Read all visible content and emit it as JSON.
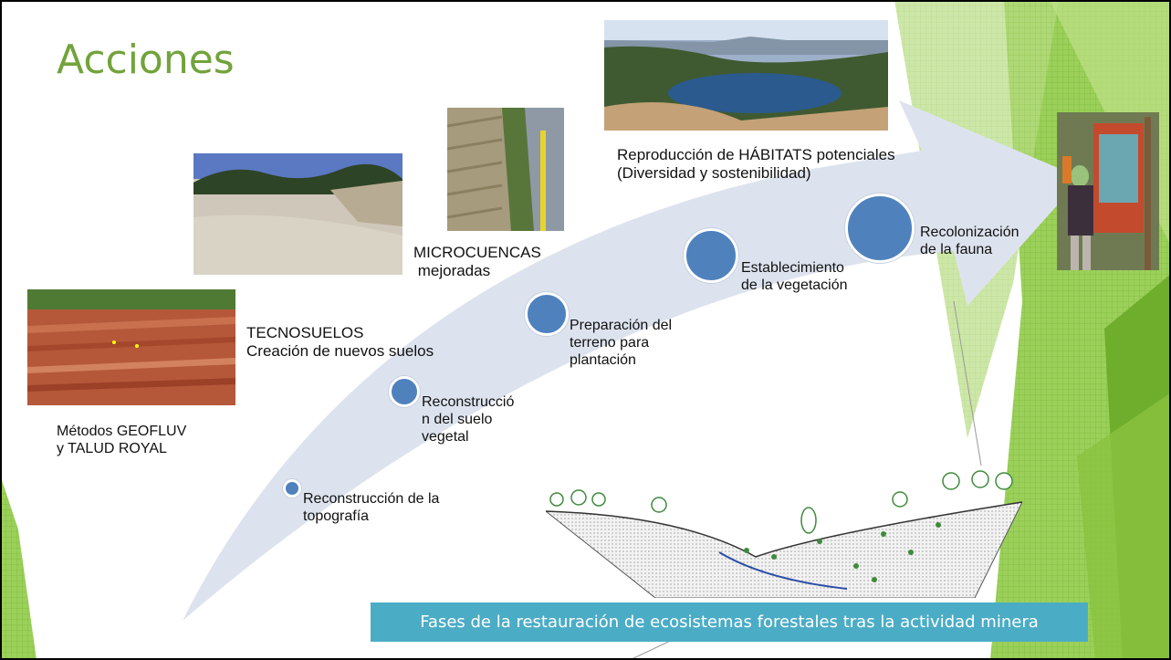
{
  "slide": {
    "title": "Acciones",
    "caption": "Fases de la restauración de ecosistemas forestales tras la actividad minera"
  },
  "labels": {
    "geofluv": "Métodos GEOFLUV\ny TALUD ROYAL",
    "tecnosuelos": "TECNOSUELOS\nCreación de nuevos suelos",
    "microcuencas": "MICROCUENCAS\n mejoradas",
    "habitats": "Reproducción de HÁBITATS potenciales\n(Diversidad y sostenibilidad)"
  },
  "phases": [
    {
      "label": "Reconstrucción de la\ntopografía"
    },
    {
      "label": "Reconstrucció\nn del suelo\nvegetal"
    },
    {
      "label": "Preparación del\nterreno para\nplantación"
    },
    {
      "label": "Establecimiento\nde la vegetación"
    },
    {
      "label": "Recolonización\nde la fauna"
    }
  ],
  "colors": {
    "title": "#72a33c",
    "arrow": "#dde3ee",
    "dot": "#4f81bd",
    "caption_bg": "#4bacc6",
    "green_light": "#a8d26b",
    "green_dark": "#6fae2d"
  },
  "images": [
    {
      "name": "red-rock-slope-photo"
    },
    {
      "name": "bare-soil-slope-photo"
    },
    {
      "name": "microcuencas-photo"
    },
    {
      "name": "lake-habitat-photo"
    },
    {
      "name": "person-at-sign-photo"
    },
    {
      "name": "landscape-cross-section-drawing"
    }
  ]
}
